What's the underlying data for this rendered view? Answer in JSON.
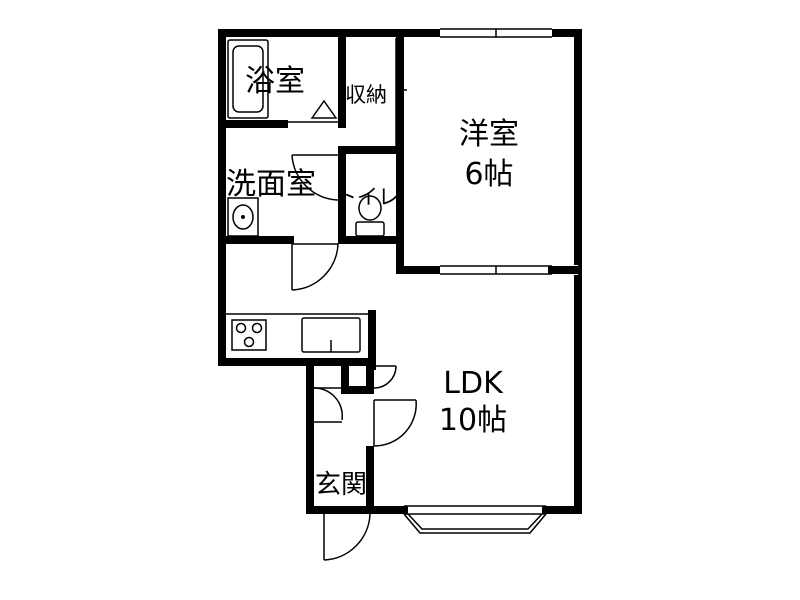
{
  "rooms": {
    "bath": "浴室",
    "storage": "収納",
    "western_room": "洋室",
    "western_room_size": "6帖",
    "washroom": "洗面室",
    "toilet": "トイレ",
    "ldk": "LDK",
    "ldk_size": "10帖",
    "entrance": "玄関"
  }
}
